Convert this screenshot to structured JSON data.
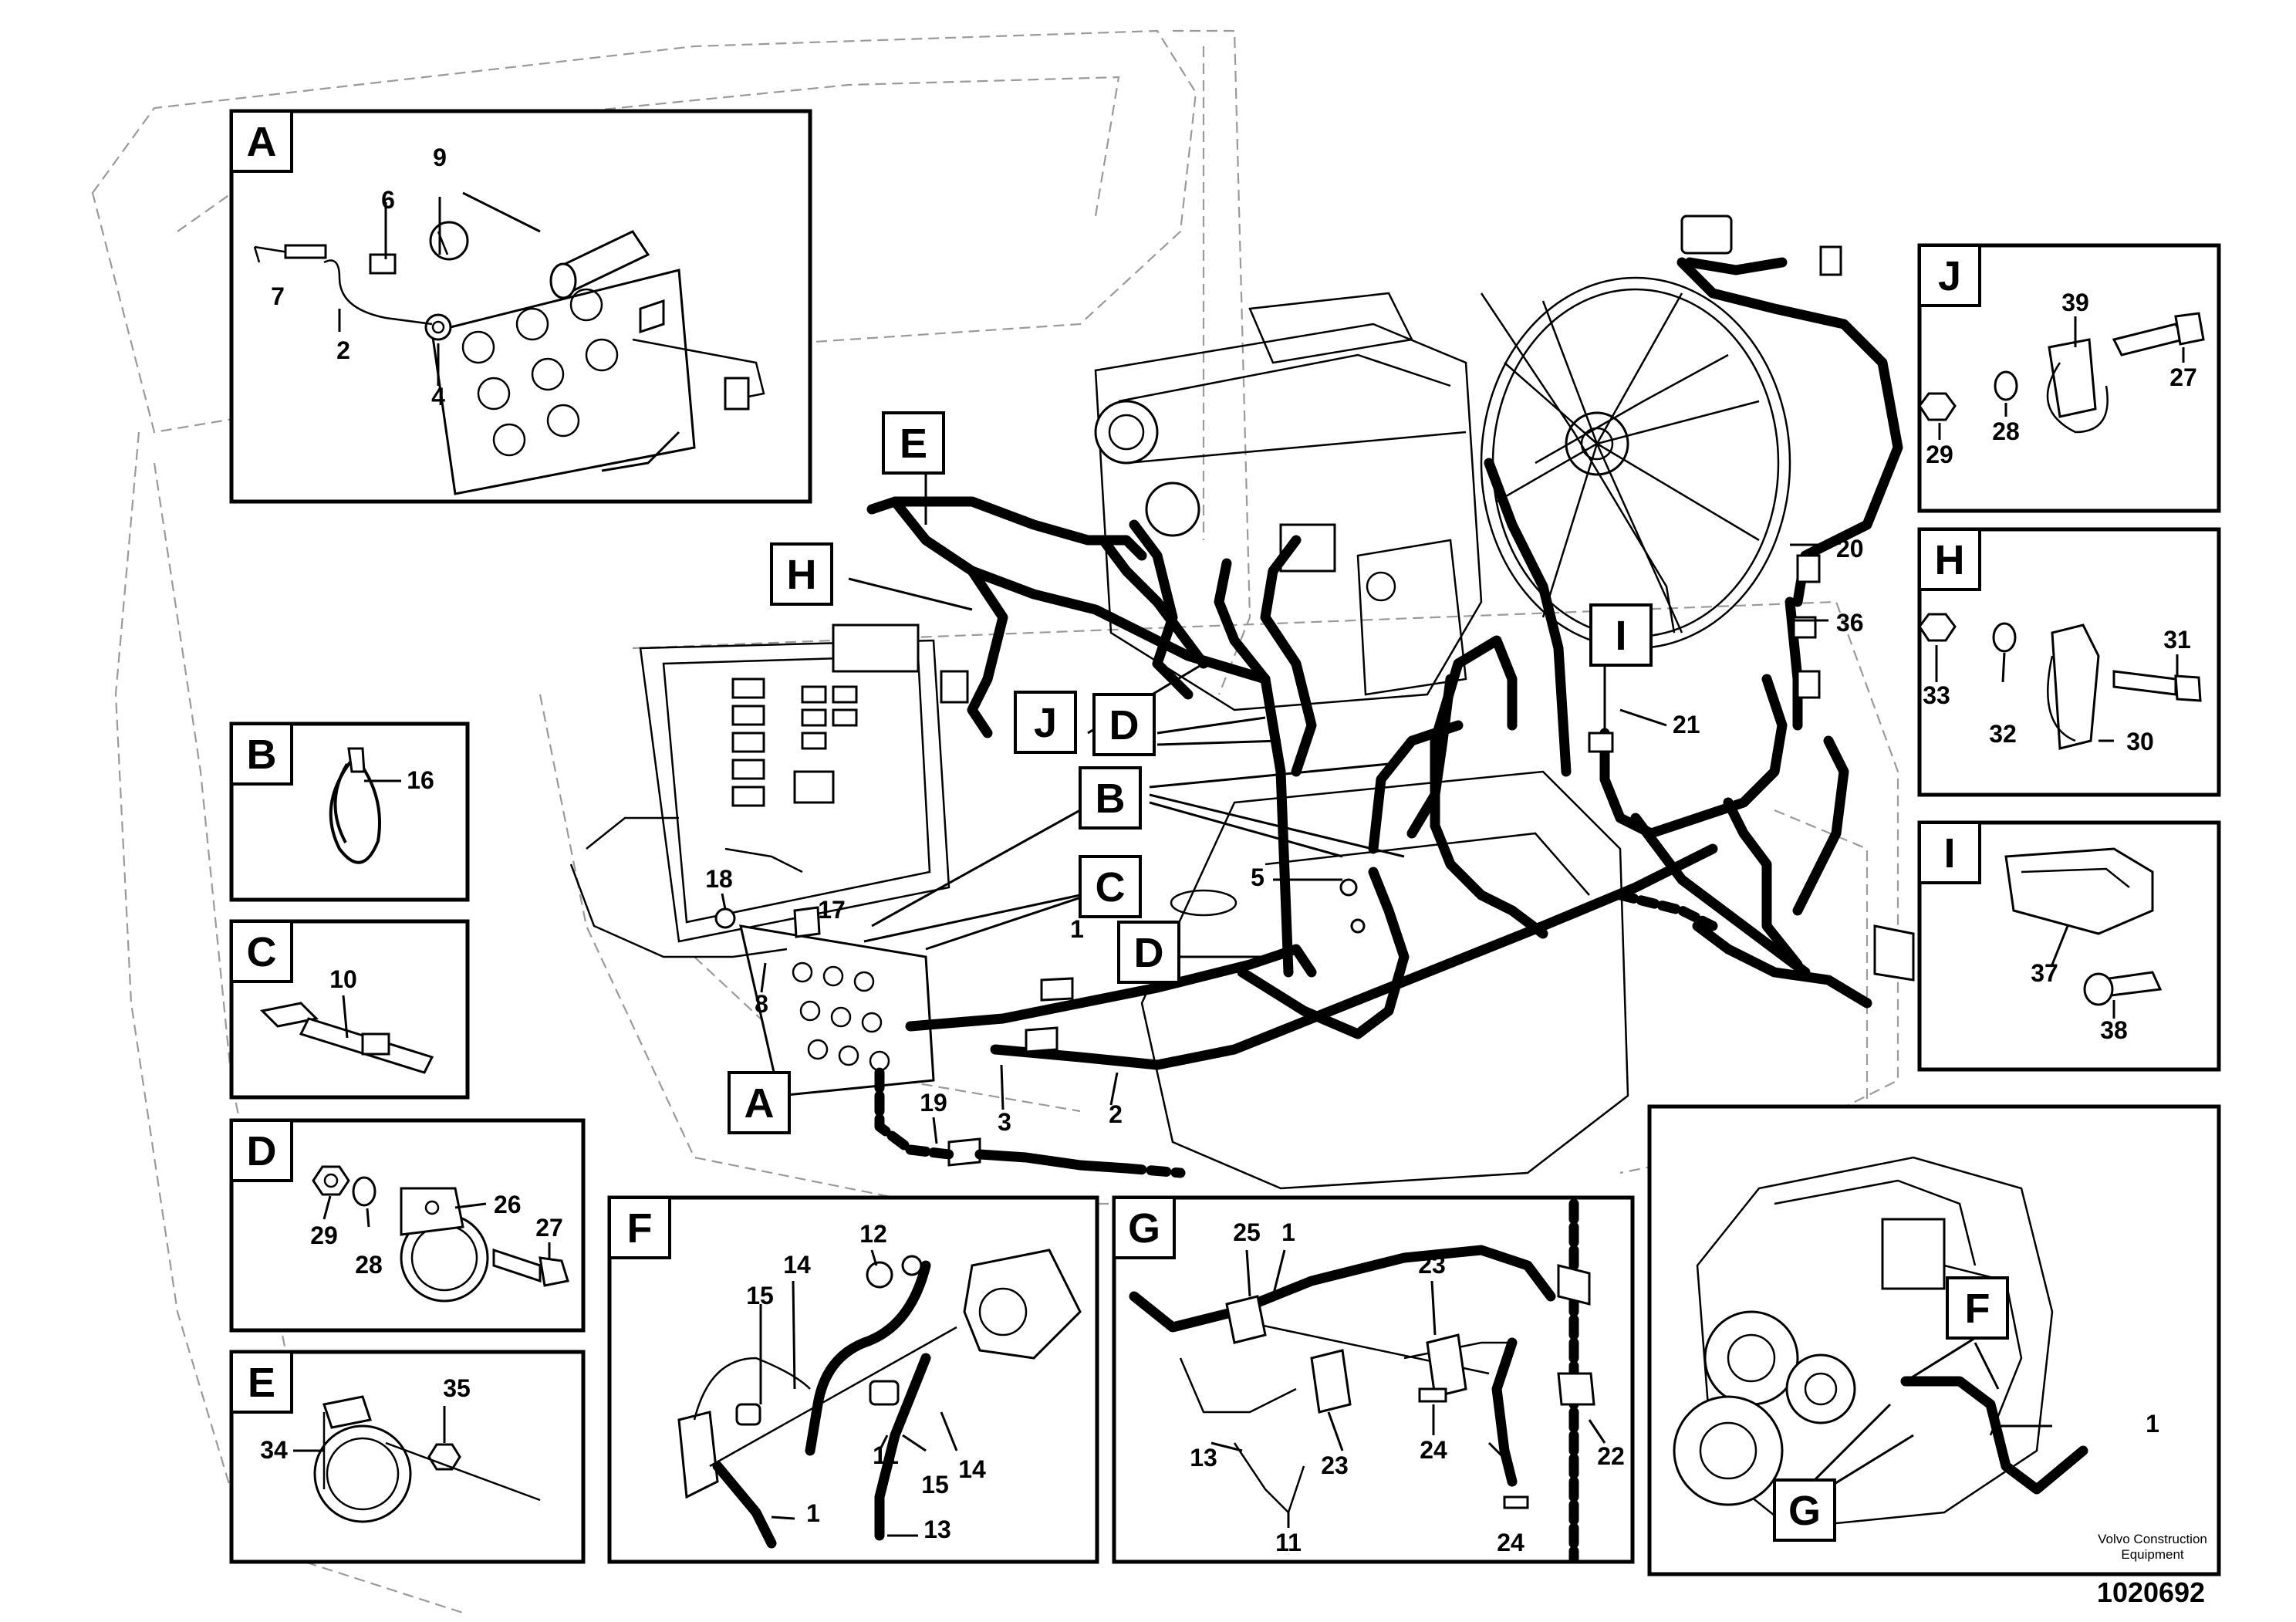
{
  "detail_labels": {
    "A": "A",
    "B": "B",
    "C": "C",
    "D": "D",
    "E": "E",
    "F": "F",
    "G": "G",
    "H": "H",
    "I": "I",
    "J": "J"
  },
  "part_numbers": {
    "p1": "1",
    "p2": "2",
    "p3": "3",
    "p4": "4",
    "p5": "5",
    "p6": "6",
    "p7": "7",
    "p8": "8",
    "p9": "9",
    "p10": "10",
    "p11": "11",
    "p12": "12",
    "p13": "13",
    "p14": "14",
    "p15": "15",
    "p16": "16",
    "p17": "17",
    "p18": "18",
    "p19": "19",
    "p20": "20",
    "p21": "21",
    "p22": "22",
    "p23": "23",
    "p24": "24",
    "p25": "25",
    "p26": "26",
    "p27": "27",
    "p28": "28",
    "p29": "29",
    "p30": "30",
    "p31": "31",
    "p32": "32",
    "p33": "33",
    "p34": "34",
    "p35": "35",
    "p36": "36",
    "p37": "37",
    "p38": "38",
    "p39": "39"
  },
  "credit_line1": "Volvo Construction",
  "credit_line2": "Equipment",
  "document_number": "1020692"
}
